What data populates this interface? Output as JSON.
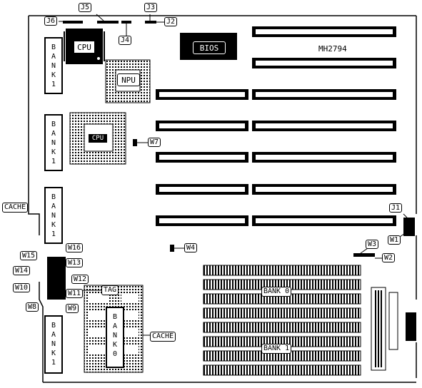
{
  "board": {
    "model": "MH2794",
    "bios": "BIOS",
    "cpu_top": "CPU",
    "npu": "NPU",
    "cpu_socket": "CPU",
    "cache_left": "CACHE",
    "cache_bottom": "CACHE",
    "tag": "TAG",
    "bank0_right": "BANK 0",
    "bank1_right": "BANK 1",
    "bank_vertical_1": "BANK1",
    "bank_vertical_2": "BANK1",
    "bank_vertical_3": "BANK1",
    "bank_vertical_4": "BANK1",
    "bank_vertical_0": "BANK0"
  },
  "jumpers": {
    "j1": "J1",
    "j2": "J2",
    "j3": "J3",
    "j4": "J4",
    "j5": "J5",
    "j6": "J6",
    "w1": "W1",
    "w2": "W2",
    "w3": "W3",
    "w4": "W4",
    "w7": "W7",
    "w8": "W8",
    "w9": "W9",
    "w10": "W10",
    "w11": "W11",
    "w12": "W12",
    "w13": "W13",
    "w14": "W14",
    "w15": "W15",
    "w16": "W16"
  }
}
